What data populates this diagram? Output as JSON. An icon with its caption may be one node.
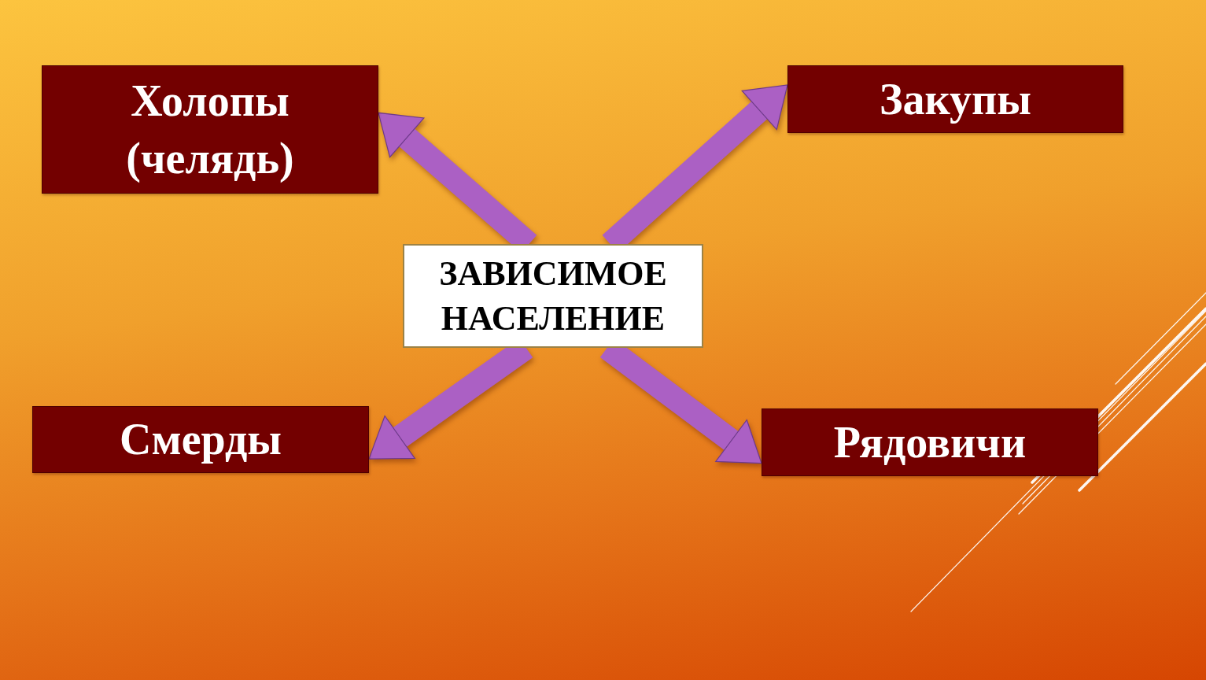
{
  "diagram": {
    "nodes": [
      {
        "text": [
          "Холопы (челядь)"
        ]
      },
      {
        "text": [
          "Закупы"
        ]
      },
      {
        "text": [
          "ЗАВИСИМОЕ НАСЕЛЕНИЕ"
        ]
      },
      {
        "text": [
          "Смерды"
        ]
      },
      {
        "text": [
          "Рядовичи"
        ]
      }
    ],
    "edges": [
      {
        "from": 2,
        "to": 0,
        "arrow": "to"
      },
      {
        "from": 2,
        "to": 1,
        "arrow": "to"
      },
      {
        "from": 2,
        "to": 3,
        "arrow": "to"
      },
      {
        "from": 2,
        "to": 4,
        "arrow": "to"
      }
    ]
  }
}
